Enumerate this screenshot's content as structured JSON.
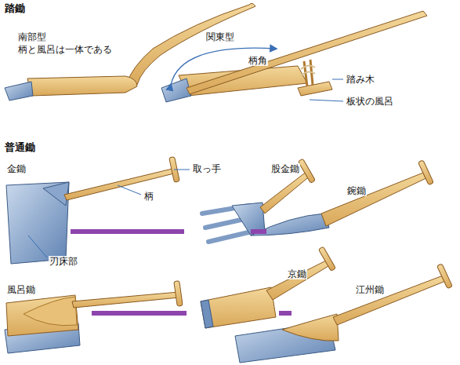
{
  "diagram": {
    "labels": [
      "踏鋤",
      "南部型",
      "柄と風呂は一体である",
      "関東型",
      "柄角",
      "踏み木",
      "板状の風呂",
      "普通鋤",
      "取っ手",
      "金鋤",
      "柄",
      "股金鋤",
      "鋺鋤",
      "刃床部",
      "風呂鋤",
      "京鋤",
      "江州鋤"
    ]
  }
}
